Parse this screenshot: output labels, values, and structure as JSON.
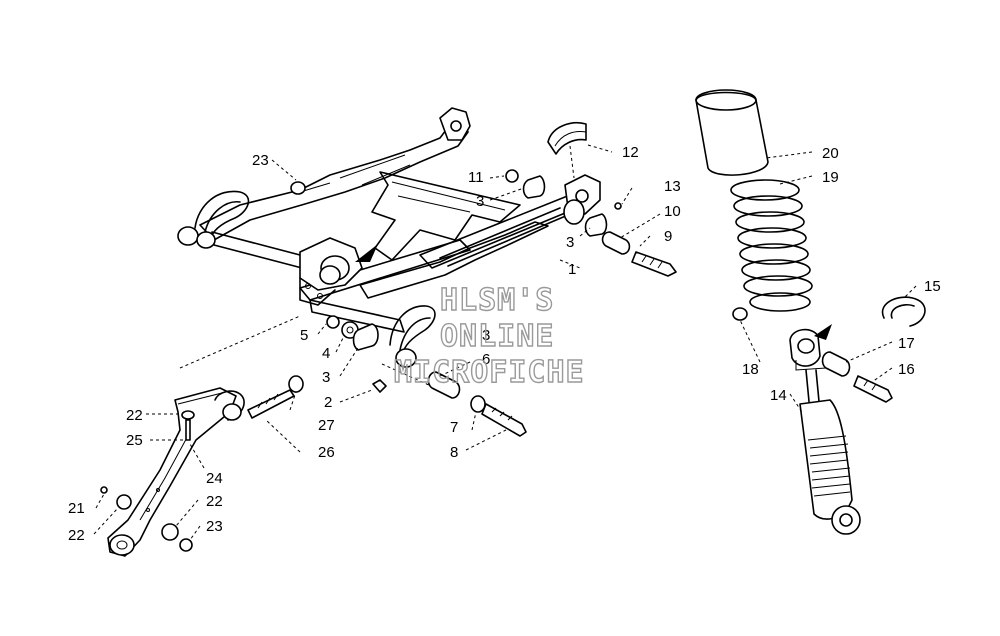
{
  "watermark": {
    "lines": [
      "HLSM'S",
      "ONLINE",
      "MICROFICHE"
    ]
  },
  "callouts": [
    {
      "id": "c1",
      "label": "1"
    },
    {
      "id": "c2",
      "label": "2"
    },
    {
      "id": "c3a",
      "label": "3"
    },
    {
      "id": "c3b",
      "label": "3"
    },
    {
      "id": "c3c",
      "label": "3"
    },
    {
      "id": "c3d",
      "label": "3"
    },
    {
      "id": "c4",
      "label": "4"
    },
    {
      "id": "c5",
      "label": "5"
    },
    {
      "id": "c6",
      "label": "6"
    },
    {
      "id": "c7",
      "label": "7"
    },
    {
      "id": "c8",
      "label": "8"
    },
    {
      "id": "c9",
      "label": "9"
    },
    {
      "id": "c10",
      "label": "10"
    },
    {
      "id": "c11",
      "label": "11"
    },
    {
      "id": "c12",
      "label": "12"
    },
    {
      "id": "c13",
      "label": "13"
    },
    {
      "id": "c14",
      "label": "14"
    },
    {
      "id": "c15",
      "label": "15"
    },
    {
      "id": "c16",
      "label": "16"
    },
    {
      "id": "c17",
      "label": "17"
    },
    {
      "id": "c18",
      "label": "18"
    },
    {
      "id": "c19",
      "label": "19"
    },
    {
      "id": "c20",
      "label": "20"
    },
    {
      "id": "c21",
      "label": "21"
    },
    {
      "id": "c22a",
      "label": "22"
    },
    {
      "id": "c22b",
      "label": "22"
    },
    {
      "id": "c22c",
      "label": "22"
    },
    {
      "id": "c23a",
      "label": "23"
    },
    {
      "id": "c23b",
      "label": "23"
    },
    {
      "id": "c24",
      "label": "24"
    },
    {
      "id": "c25",
      "label": "25"
    },
    {
      "id": "c26",
      "label": "26"
    },
    {
      "id": "c27",
      "label": "27"
    }
  ]
}
